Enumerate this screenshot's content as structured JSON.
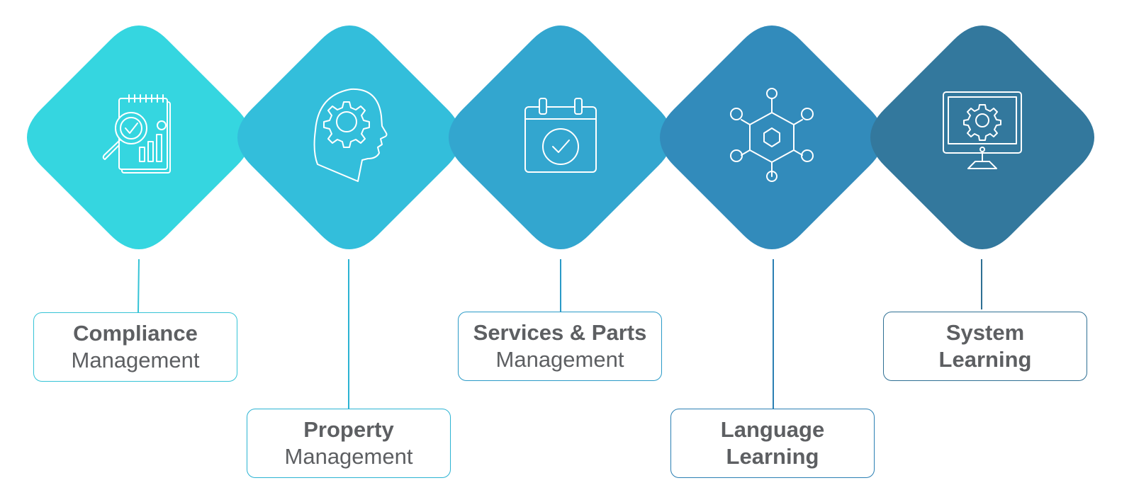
{
  "steps": [
    {
      "title": "Compliance",
      "subtitle": "Management",
      "subtitle_bold": false,
      "color": "#35d6e0",
      "line_color": "#35c3d6",
      "icon": "compliance-report-icon"
    },
    {
      "title": "Property",
      "subtitle": "Management",
      "subtitle_bold": false,
      "color": "#33bedb",
      "line_color": "#2bb3d3",
      "icon": "head-gear-icon"
    },
    {
      "title": "Services & Parts",
      "subtitle": "Management",
      "subtitle_bold": false,
      "color": "#33a6cf",
      "line_color": "#2a9ac7",
      "icon": "calendar-check-icon"
    },
    {
      "title": "Language",
      "subtitle": "Learning",
      "subtitle_bold": true,
      "color": "#328bbb",
      "line_color": "#2a7fb3",
      "icon": "hexagon-network-icon"
    },
    {
      "title": "System",
      "subtitle": "Learning",
      "subtitle_bold": true,
      "color": "#33789d",
      "line_color": "#2e6f93",
      "icon": "monitor-gear-icon"
    }
  ],
  "overlap_colors": [
    "#0bb6d4",
    "#0b9ac8",
    "#0a7aac",
    "#0a5c88"
  ]
}
